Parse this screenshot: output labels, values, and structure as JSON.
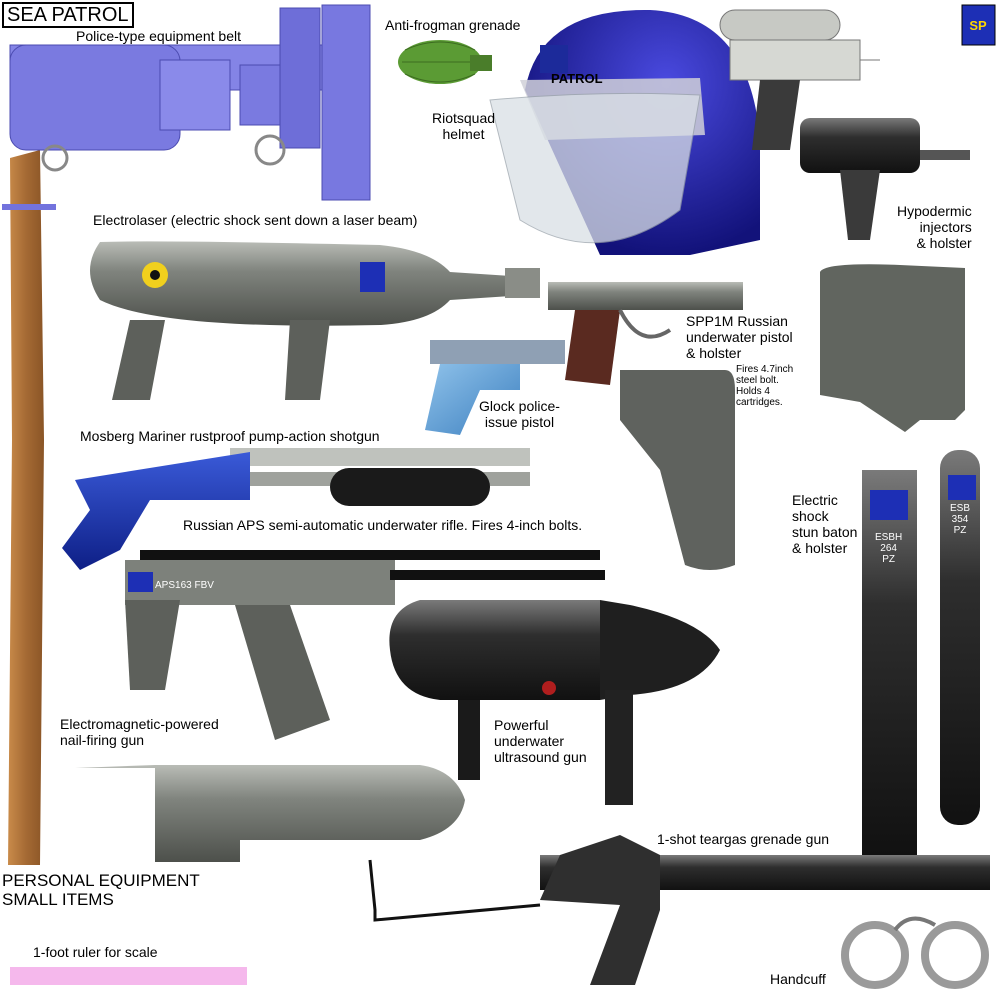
{
  "title": "SEA PATROL",
  "section_title": [
    "PERSONAL EQUIPMENT",
    "SMALL ITEMS"
  ],
  "labels": {
    "belt": "Police-type equipment belt",
    "grenade": "Anti-frogman grenade",
    "helmet": [
      "Riotsquad",
      "helmet"
    ],
    "hypodermic": [
      "Hypodermic",
      "injectors",
      "& holster"
    ],
    "electrolaser": "Electrolaser (electric shock sent down a laser beam)",
    "spp1m": [
      "SPP1M Russian",
      "underwater pistol",
      "& holster"
    ],
    "spp1m_note": [
      "Fires 4.7inch",
      "steel bolt.",
      "Holds 4",
      "cartridges."
    ],
    "glock": [
      "Glock police-",
      "issue pistol"
    ],
    "shotgun": "Mosberg Mariner rustproof pump-action shotgun",
    "aps": "Russian APS semi-automatic underwater rifle. Fires 4-inch bolts.",
    "stun_baton": [
      "Electric",
      "shock",
      "stun baton",
      "& holster"
    ],
    "nailgun": [
      "Electromagnetic-powered",
      "nail-firing gun"
    ],
    "ultrasound": [
      "Powerful",
      "underwater",
      "ultrasound gun"
    ],
    "teargas": "1-shot teargas grenade gun",
    "ruler": "1-foot ruler for scale",
    "handcuff": "Handcuff"
  },
  "markings": {
    "helmet_text": "PATROL",
    "aps_text": "APS163 FBV",
    "baton_holster": [
      "ESBH",
      "264",
      "PZ"
    ],
    "baton": [
      "ESB",
      "354",
      "PZ"
    ],
    "logo": "SP"
  },
  "colors": {
    "belt": "#7373dd",
    "helmet": "#1c1ca8",
    "gun_gray": "#767a75",
    "dark": "#3a3a3a",
    "ruler": "#f5b8ec",
    "wood": "#a86f3c"
  }
}
